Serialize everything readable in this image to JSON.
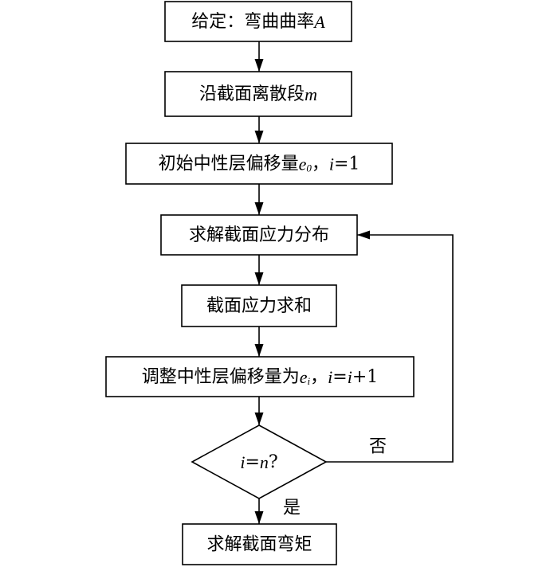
{
  "nodes": [
    {
      "id": "n1",
      "shape": "process",
      "parts": [
        {
          "t": "给定：弯曲曲率"
        },
        {
          "t": "A",
          "s": "it"
        }
      ]
    },
    {
      "id": "n2",
      "shape": "process",
      "parts": [
        {
          "t": "沿截面离散段"
        },
        {
          "t": "m",
          "s": "it"
        }
      ]
    },
    {
      "id": "n3",
      "shape": "process",
      "parts": [
        {
          "t": "初始中性层偏移量"
        },
        {
          "t": "e",
          "s": "it"
        },
        {
          "t": "0",
          "s": "sub"
        },
        {
          "t": "，"
        },
        {
          "t": "i",
          "s": "it"
        },
        {
          "t": "=1"
        }
      ]
    },
    {
      "id": "n4",
      "shape": "process",
      "parts": [
        {
          "t": "求解截面应力分布"
        }
      ]
    },
    {
      "id": "n5",
      "shape": "process",
      "parts": [
        {
          "t": "截面应力求和"
        }
      ]
    },
    {
      "id": "n6",
      "shape": "process",
      "parts": [
        {
          "t": "调整中性层偏移量为"
        },
        {
          "t": "e",
          "s": "it"
        },
        {
          "t": "i",
          "s": "sub"
        },
        {
          "t": "，"
        },
        {
          "t": "i",
          "s": "it"
        },
        {
          "t": "="
        },
        {
          "t": "i",
          "s": "it"
        },
        {
          "t": "+1"
        }
      ]
    },
    {
      "id": "n7",
      "shape": "decision",
      "parts": [
        {
          "t": "i",
          "s": "it"
        },
        {
          "t": "="
        },
        {
          "t": "n",
          "s": "it"
        },
        {
          "t": "?"
        }
      ]
    },
    {
      "id": "n8",
      "shape": "process",
      "parts": [
        {
          "t": "求解截面弯矩"
        }
      ]
    }
  ],
  "edges": [
    {
      "from": "n1",
      "to": "n2",
      "label": ""
    },
    {
      "from": "n2",
      "to": "n3",
      "label": ""
    },
    {
      "from": "n3",
      "to": "n4",
      "label": ""
    },
    {
      "from": "n4",
      "to": "n5",
      "label": ""
    },
    {
      "from": "n5",
      "to": "n6",
      "label": ""
    },
    {
      "from": "n6",
      "to": "n7",
      "label": ""
    },
    {
      "from": "n7",
      "to": "n8",
      "label": "是"
    },
    {
      "from": "n7",
      "to": "n4",
      "label": "否"
    }
  ]
}
